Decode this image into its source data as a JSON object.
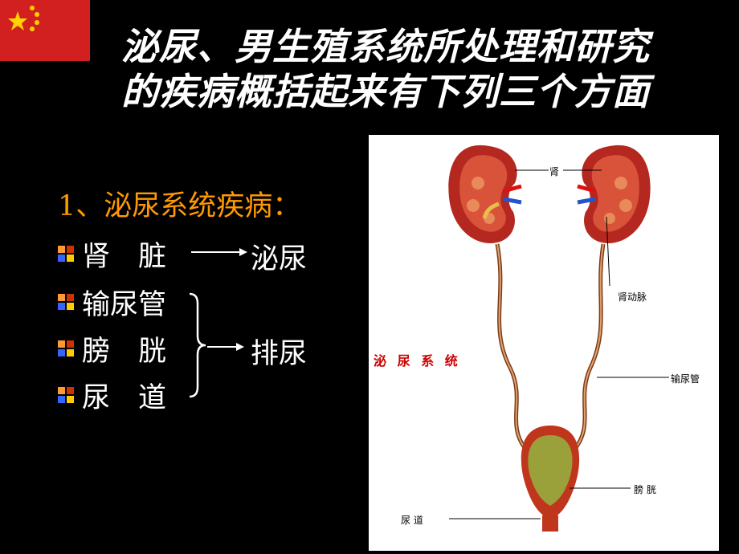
{
  "title": {
    "line1": "泌尿、男生殖系统所处理和研究",
    "line2": "的疾病概括起来有下列三个方面"
  },
  "section": {
    "heading": "1、泌尿系统疾病：",
    "items": [
      {
        "label": "肾　脏"
      },
      {
        "label": "输尿管"
      },
      {
        "label": "膀　胱"
      },
      {
        "label": "尿　道"
      }
    ],
    "arrow_targets": [
      "泌尿",
      "排尿"
    ]
  },
  "figure": {
    "title": "泌 尿 系 统",
    "labels": {
      "kidney": "肾",
      "renal_artery": "肾动脉",
      "ureter": "输尿管",
      "bladder": "膀 胱",
      "urethra": "尿 道"
    }
  },
  "colors": {
    "background": "#000000",
    "heading": "#ff9900",
    "text": "#ffffff",
    "figure_title": "#cc0000"
  }
}
